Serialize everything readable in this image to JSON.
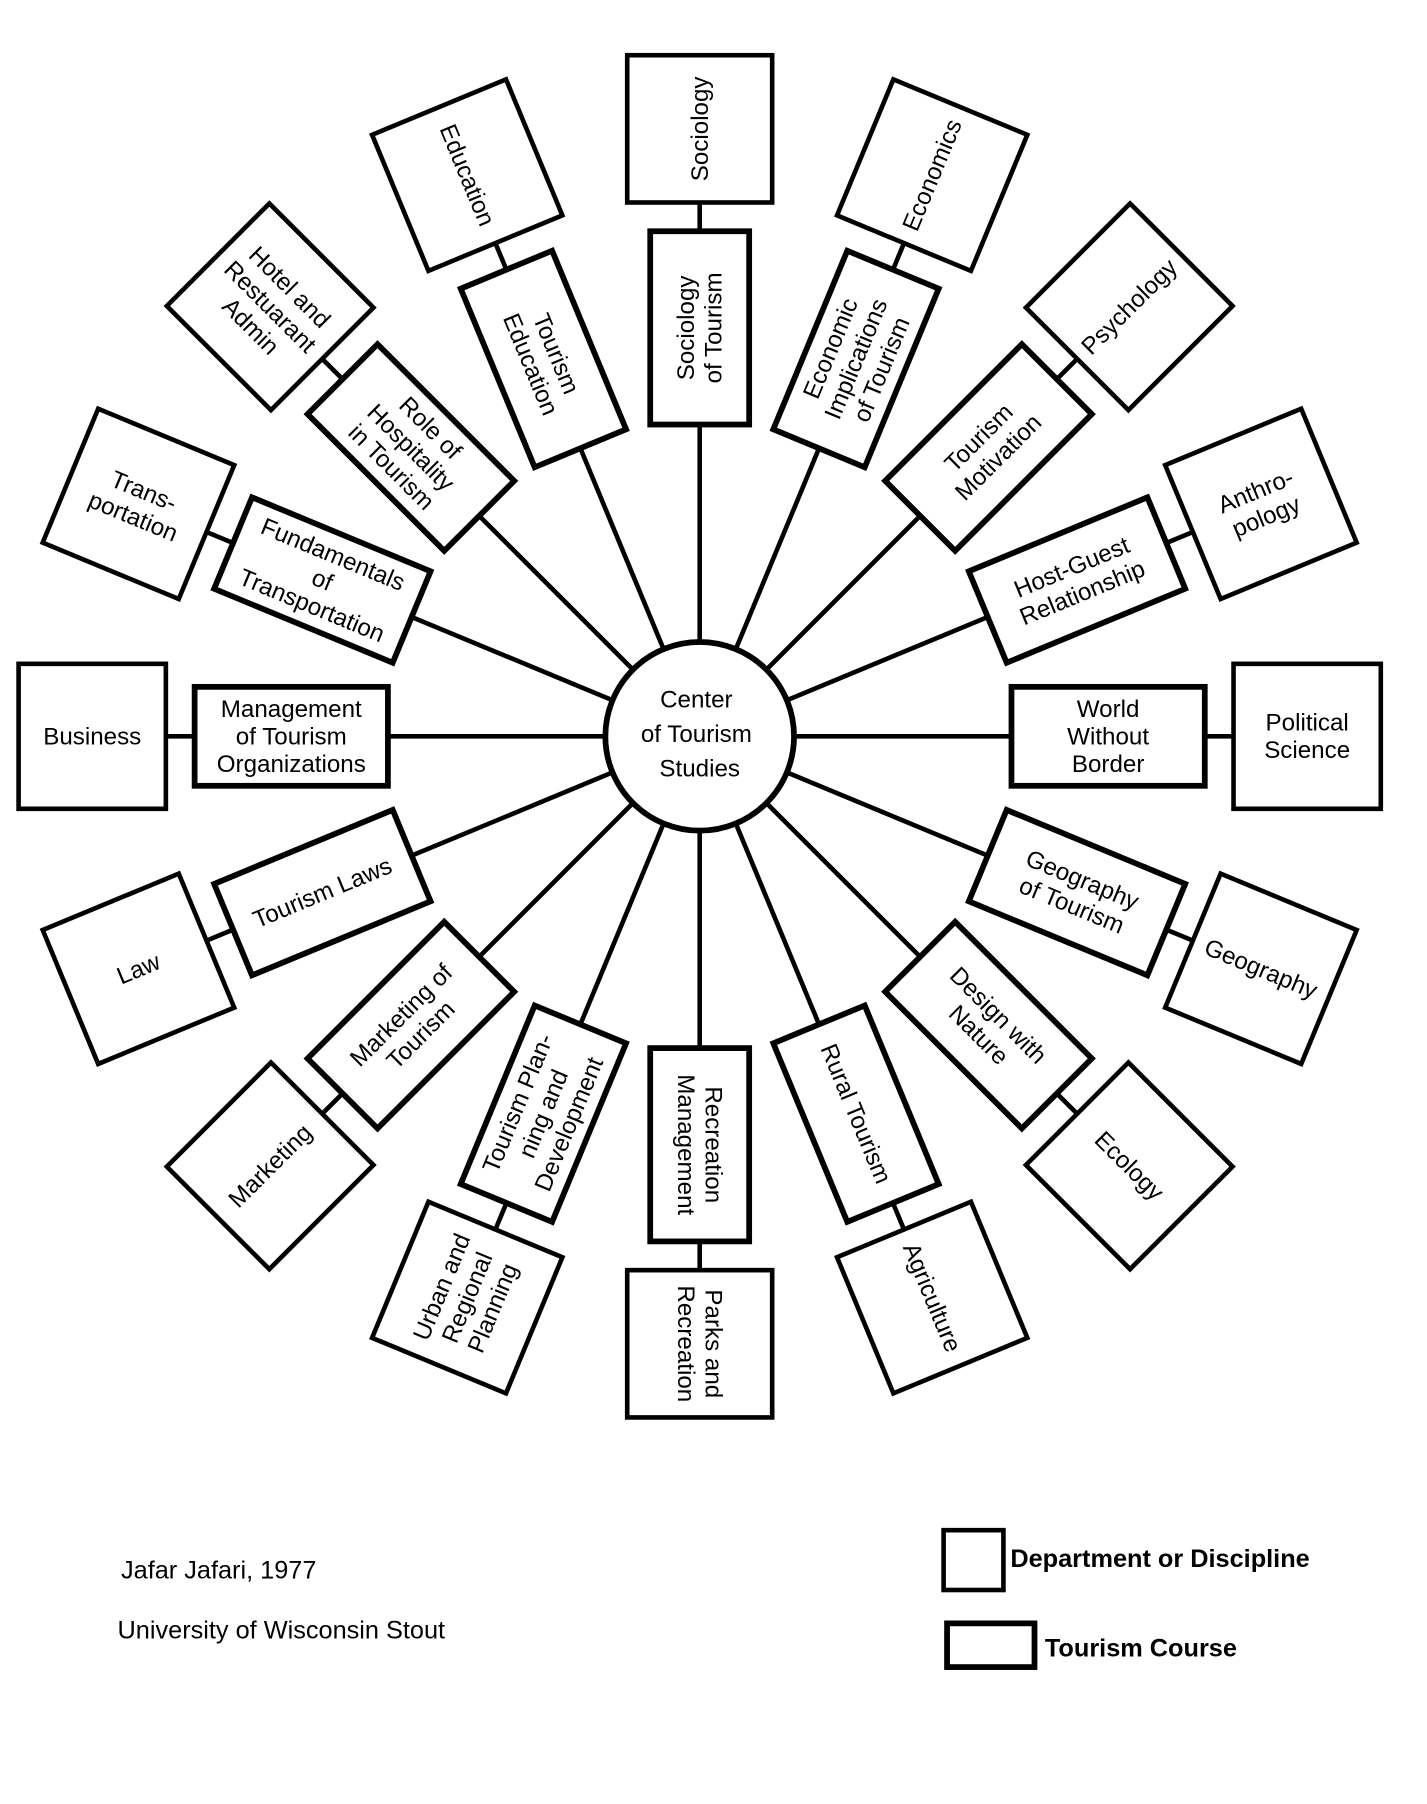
{
  "center": {
    "lines": [
      "Center",
      "of Tourism",
      "Studies"
    ]
  },
  "spokes": [
    {
      "course": [
        "Sociology",
        "of Tourism"
      ],
      "discipline": [
        "Sociology"
      ]
    },
    {
      "course": [
        "Economic",
        "Implications",
        "of Tourism"
      ],
      "discipline": [
        "Economics"
      ]
    },
    {
      "course": [
        "Tourism",
        "Motivation"
      ],
      "discipline": [
        "Psychology"
      ]
    },
    {
      "course": [
        "Host-Guest",
        "Relationship"
      ],
      "discipline": [
        "Anthro-",
        "pology"
      ]
    },
    {
      "course": [
        "World",
        "Without",
        "Border"
      ],
      "discipline": [
        "Political",
        "Science"
      ]
    },
    {
      "course": [
        "Geography",
        "of Tourism"
      ],
      "discipline": [
        "Geography"
      ]
    },
    {
      "course": [
        "Design with",
        "Nature"
      ],
      "discipline": [
        "Ecology"
      ]
    },
    {
      "course": [
        "Rural Tourism"
      ],
      "discipline": [
        "Agriculture"
      ]
    },
    {
      "course": [
        "Recreation",
        "Management"
      ],
      "discipline": [
        "Parks and",
        "Recreation"
      ]
    },
    {
      "course": [
        "Tourism Plan-",
        "ning and",
        "Development"
      ],
      "discipline": [
        "Urban and",
        "Regional",
        "Planning"
      ]
    },
    {
      "course": [
        "Marketing of",
        "Tourism"
      ],
      "discipline": [
        "Marketing"
      ]
    },
    {
      "course": [
        "Tourism Laws"
      ],
      "discipline": [
        "Law"
      ]
    },
    {
      "course": [
        "Management",
        "of Tourism",
        "Organizations"
      ],
      "discipline": [
        "Business"
      ]
    },
    {
      "course": [
        "Fundamentals",
        "of",
        "Transportation"
      ],
      "discipline": [
        "Trans-",
        "portation"
      ]
    },
    {
      "course": [
        "Role of",
        "Hospitality",
        "in Tourism"
      ],
      "discipline": [
        "Hotel and",
        "Restuarant",
        "Admin"
      ]
    },
    {
      "course": [
        "Tourism",
        "Education"
      ],
      "discipline": [
        "Education"
      ]
    }
  ],
  "credit": {
    "author": "Jafar Jafari, 1977",
    "institution": "University of Wisconsin Stout"
  },
  "legend": {
    "discipline": "Department or Discipline",
    "course": "Tourism Course"
  }
}
